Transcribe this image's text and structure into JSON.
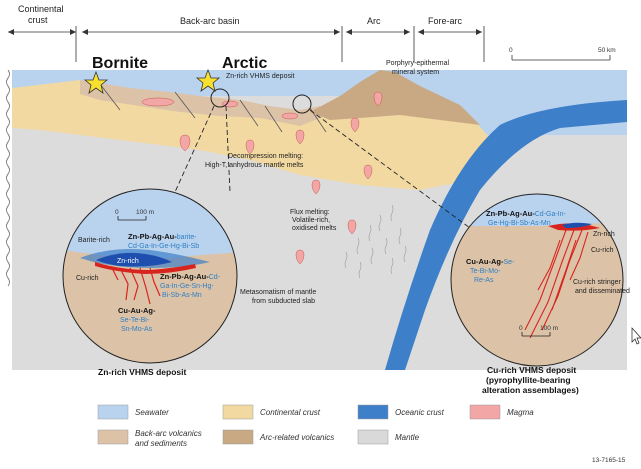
{
  "regions": {
    "continental_crust": [
      "Continental",
      "crust"
    ],
    "back_arc_basin": "Back-arc basin",
    "arc": "Arc",
    "fore_arc": "Fore-arc"
  },
  "scale": {
    "zero": "0",
    "distance": "50 km"
  },
  "stars": {
    "bornite": "Bornite",
    "arctic": "Arctic"
  },
  "labels": {
    "zn_rich_vhms_deposit": "Zn-rich VHMS deposit",
    "porphyry": [
      "Porphyry-epithermal",
      "mineral system"
    ],
    "decompression": [
      "Decompression melting:",
      "High-T, anhydrous mantle melts"
    ],
    "flux": [
      "Flux melting:",
      "Volatile-rich,",
      "oxidised melts"
    ],
    "metasomatism": [
      "Metasomatism of mantle",
      "from subducted slab"
    ]
  },
  "left_inset": {
    "scale_zero": "0",
    "scale_len": "100 m",
    "barite_rich": "Barite-rich",
    "zn_rich": "Zn-rich",
    "cu_rich": "Cu-rich",
    "assemblage1_bold": "Zn-Pb-Ag-Au-",
    "assemblage1_blue": [
      "barite-",
      "Cd-Ga-In-Ge-Hg-Bi-Sb"
    ],
    "assemblage2_bold": "Zn-Pb-Ag-Au-",
    "assemblage2_blue": [
      "Cd-",
      "Ga-In-Ge-Sn-Hg-",
      "Bi-Sb-As-Mn"
    ],
    "assemblage3_bold": "Cu-Au-Ag-",
    "assemblage3_blue": [
      "Se-Te-Bi-",
      "Sn-Mo-As"
    ],
    "caption": "Zn-rich VHMS deposit"
  },
  "right_inset": {
    "scale_zero": "0",
    "scale_len": "100 m",
    "zn_rich": "Zn-rich",
    "cu_rich": "Cu-rich",
    "assemblage1_bold": "Zn-Pb-Ag-Au-",
    "assemblage1_blue": [
      "Cd-Ga-In-",
      "Ge-Hg-Bi-Sb-As-Mn"
    ],
    "assemblage2_bold": "Cu-Au-Ag-",
    "assemblage2_blue": [
      "Se-",
      "Te-Bi-Mo-",
      "Re-As"
    ],
    "stringer": [
      "Cu-rich stringer",
      "and disseminated"
    ],
    "caption": [
      "Cu-rich VHMS deposit",
      "(pyrophyllite-bearing",
      "alteration assemblages)"
    ]
  },
  "legend": [
    {
      "label": "Seawater",
      "color": "#b9d3ef"
    },
    {
      "label": "Continental crust",
      "color": "#f2d9a2"
    },
    {
      "label": "Oceanic crust",
      "color": "#3d7fc8"
    },
    {
      "label": "Magma",
      "color": "#f2a6a6"
    },
    {
      "label": [
        "Back-arc volcanics",
        "and sediments"
      ],
      "color": "#dcc3a8"
    },
    {
      "label": "Arc-related volcanics",
      "color": "#c9a983"
    },
    {
      "label": "Mantle",
      "color": "#d9d9d9"
    }
  ],
  "figure_id": "13-7165-15",
  "colors": {
    "seawater": "#b9d3ef",
    "continental": "#f2d9a2",
    "oceanic": "#3d7fc8",
    "magma": "#f2a6a6",
    "backarc": "#dcc3a8",
    "arcvolc": "#c9a983",
    "mantle": "#d9d9d9",
    "star": "#f7e12e",
    "sulfide_red": "#d8241e",
    "zn_blue": "#1f4fae"
  }
}
